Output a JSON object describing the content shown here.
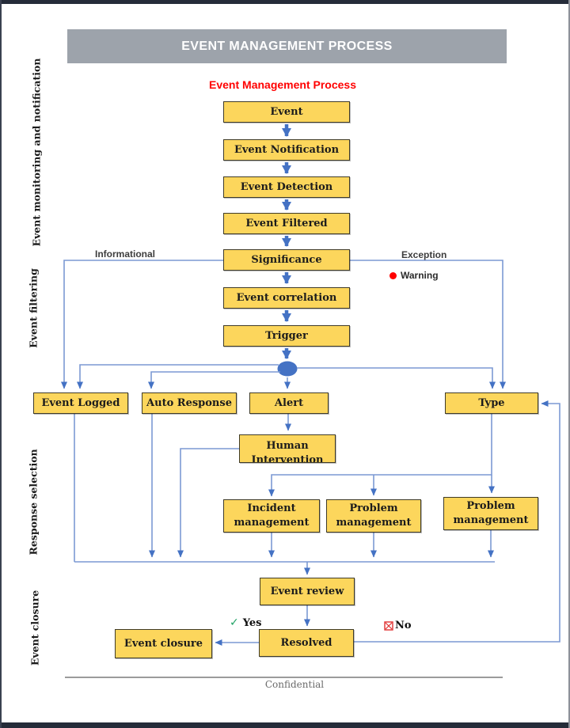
{
  "header": {
    "banner": "EVENT MANAGEMENT PROCESS",
    "subtitle": "Event Management Process"
  },
  "nodes": {
    "event": "Event",
    "event_notification": "Event Notification",
    "event_detection": "Event Detection",
    "event_filtered": "Event Filtered",
    "significance": "Significance",
    "event_correlation": "Event correlation",
    "trigger": "Trigger",
    "event_logged": "Event Logged",
    "auto_response": "Auto Response",
    "alert": "Alert",
    "type": "Type",
    "human_intervention": "Human Intervention",
    "incident_management": "Incident management",
    "problem_management_1": "Problem management",
    "problem_management_2": "Problem management",
    "event_review": "Event review",
    "resolved": "Resolved",
    "event_closure": "Event closure"
  },
  "branch_labels": {
    "informational": "Informational",
    "exception": "Exception",
    "warning": "Warning",
    "yes": "Yes",
    "no": "No"
  },
  "side_labels": [
    "Event monitoring and notification",
    "Event filtering",
    "Response selection",
    "Event closure"
  ],
  "footer": {
    "text": "Confidential"
  },
  "colors": {
    "box_fill": "#FCD65C",
    "box_border": "#3F3B28",
    "arrow_blue": "#4472C4",
    "connector_blue": "#7C99D4",
    "banner_bg": "#9DA3AB",
    "banner_text": "#FFFFFF",
    "subtitle_red": "#FF0000",
    "warning_dot": "#FF0000",
    "yes_check_green": "#21A366",
    "no_mark_red": "#E03131",
    "frame_dark": "#252C39"
  }
}
